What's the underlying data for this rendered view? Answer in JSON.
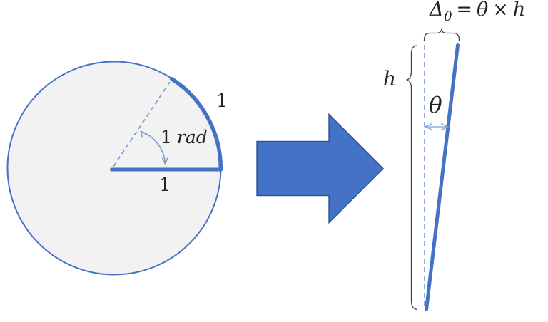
{
  "colors": {
    "accent": "#4472C4",
    "light": "#7D9CD6",
    "border": "#2F528F",
    "fillgray": "#F2F2F2",
    "ink": "#212121",
    "brace": "#404040"
  },
  "left_figure": {
    "arc_length_label": "1",
    "radius_label": "1",
    "angle_value": "1",
    "angle_unit": "rad"
  },
  "right_figure": {
    "height_label": "h",
    "angle_label": "θ",
    "formula": {
      "delta": "Δ",
      "sub": "θ",
      "equals": "=",
      "theta": "θ",
      "times": "×",
      "height": "h"
    }
  }
}
